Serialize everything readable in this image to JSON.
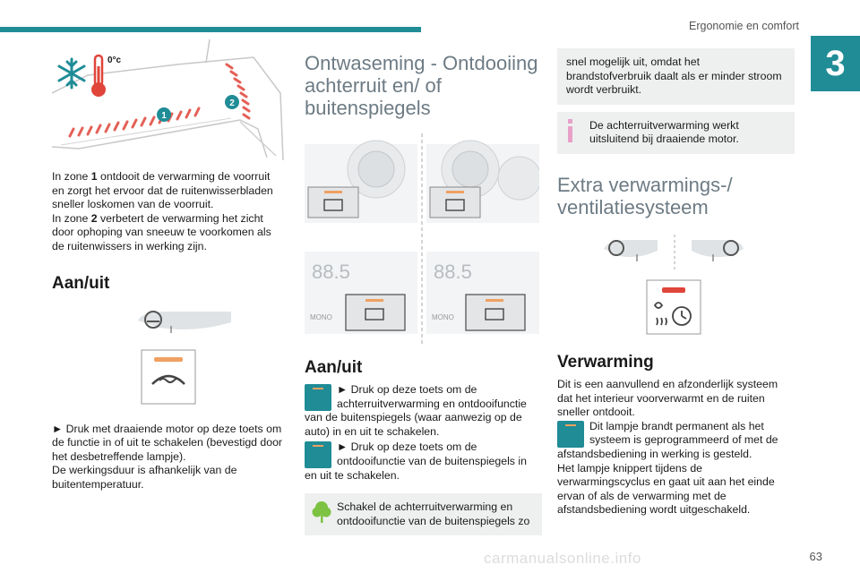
{
  "header": {
    "title": "Ergonomie en comfort",
    "chapter": "3",
    "page_number": "63"
  },
  "footer": {
    "watermark": "carmanualsonline.info"
  },
  "col1": {
    "windshield_temp": "0°c",
    "callouts": [
      "1",
      "2"
    ],
    "para1_pre": "In zone ",
    "para1_zone": "1",
    "para1_post": " ontdooit de verwarming de voorruit en zorgt het ervoor dat de ruitenwisserbladen sneller loskomen van de voorruit.",
    "para2_pre": "In zone ",
    "para2_zone": "2",
    "para2_post": " verbetert de verwarming het zicht door ophoping van sneeuw te voorkomen als de ruitenwissers in werking zijn.",
    "heading_onoff": "Aan/uit",
    "para3": "► Druk met draaiende motor op deze toets om de functie in of uit te schakelen (bevestigd door het desbetreffende lampje).",
    "para4": "De werkingsduur is afhankelijk van de buitentemperatuur."
  },
  "col2": {
    "heading": "Ontwaseming - Ontdooiing achterruit en/ of buitenspiegels",
    "panel_display": [
      "88.5",
      "88.5"
    ],
    "panel_mono": [
      "MONO",
      "MONO"
    ],
    "heading_onoff": "Aan/uit",
    "para1": "► Druk op deze toets om de achterruitverwarming en ontdooifunctie van de buitenspiegels (waar aanwezig op de auto) in en uit te schakelen.",
    "para2": "► Druk op deze toets om de ontdooifunctie van de buitenspiegels in en uit te schakelen.",
    "eco_note": "Schakel de achterruitverwarming en ontdooifunctie van de buitenspiegels zo"
  },
  "col3": {
    "eco_note_cont": "snel mogelijk uit, omdat het brandstofverbruik daalt als er minder stroom wordt verbruikt.",
    "info_note": "De achterruitverwarming werkt uitsluitend bij draaiende motor.",
    "heading": "Extra verwarmings-/ ventilatiesysteem",
    "heading_heating": "Verwarming",
    "para1": "Dit is een aanvullend en afzonderlijk systeem dat het interieur voorverwarmt en de ruiten sneller ontdooit.",
    "para2": "Dit lampje brandt permanent als het systeem is geprogrammeerd of met de afstandsbediening in werking is gesteld.",
    "para3": "Het lampje knippert tijdens de verwarmingscyclus en gaat uit aan het einde ervan of als de verwarming met de afstandsbediening wordt uitgeschakeld."
  },
  "colors": {
    "accent": "#1f8c96",
    "warning_orange": "#f0a060",
    "heater_red": "#e0453a"
  }
}
